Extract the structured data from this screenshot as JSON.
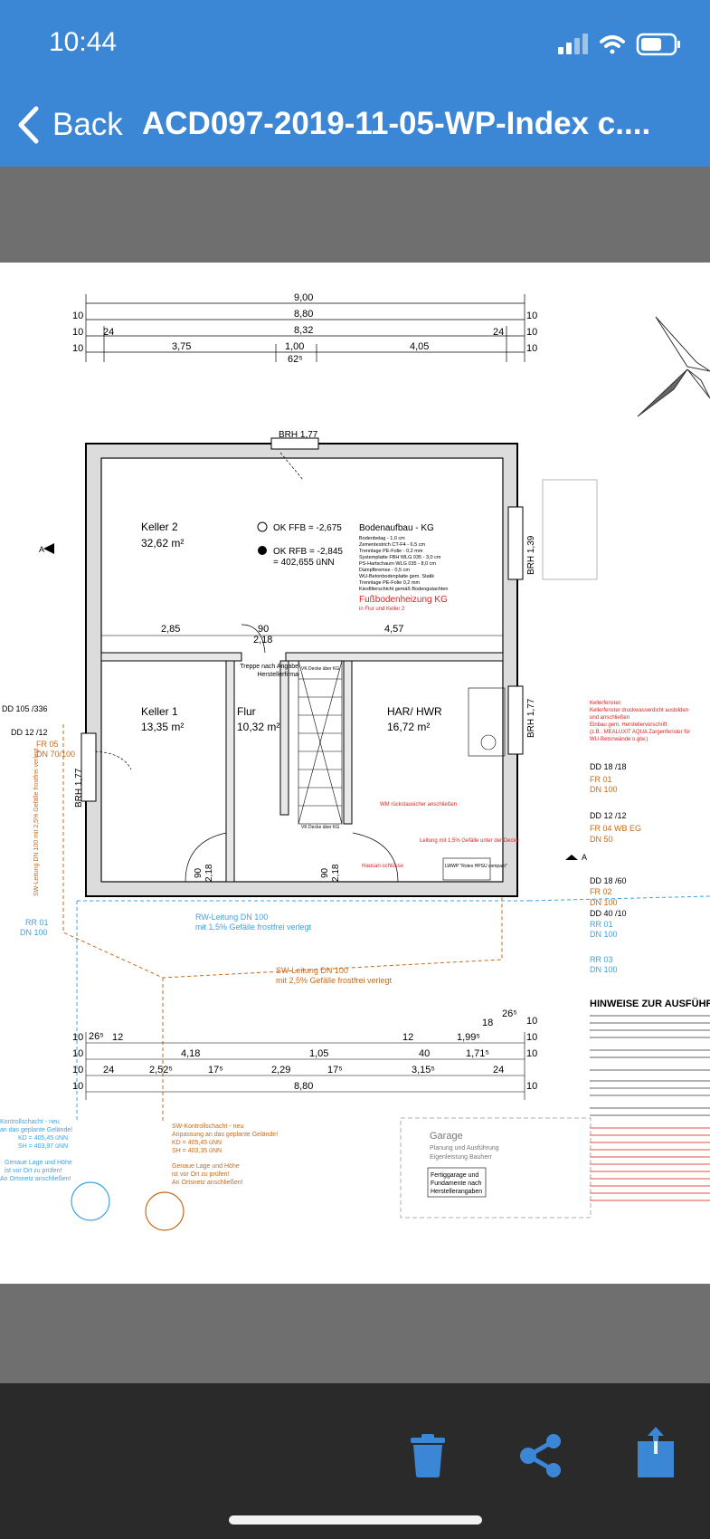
{
  "status": {
    "time": "10:44"
  },
  "nav": {
    "back_label": "Back",
    "title": "ACD097-2019-11-05-WP-Index c...."
  },
  "plan": {
    "dims_top": [
      "9,00",
      "8,80",
      "8,32",
      "3,75",
      "1,00",
      "4,05",
      "10",
      "10",
      "10",
      "10",
      "10",
      "10",
      "24",
      "24",
      "62⁵"
    ],
    "rooms": {
      "keller2": {
        "name": "Keller 2",
        "area": "32,62 m²"
      },
      "keller1": {
        "name": "Keller 1",
        "area": "13,35 m²"
      },
      "flur": {
        "name": "Flur",
        "area": "10,32 m²"
      },
      "har": {
        "name": "HAR/ HWR",
        "area": "16,72 m²"
      }
    },
    "levels": {
      "ok_ffb": "OK FFB = -2,675",
      "ok_rfb": "OK RFB = -2,845",
      "nn": "= 402,655 üNN"
    },
    "bodenaufbau_title": "Bodenaufbau - KG",
    "bodenaufbau_lines": [
      "Bodenbelag - 1,0 cm",
      "Zementestrich CT-F4 - 6,5 cm",
      "Trennlage PE-Folie - 0,2 mm",
      "Systemplatte FBH WLG 035 - 3,0 cm",
      "PS-Hartschaum WLG 035 - 8,0 cm",
      "Dampfbremse - 0,5 cm",
      "WU-Betonbodenplatte gem. Statik",
      "Trennlage PE-Folie 0,2 mm",
      "Kiesfilterschicht gemäß Bodengutachten"
    ],
    "fussboden": "Fußbodenheizung KG",
    "fussboden_sub": "in Flur und Keller 2",
    "brh_top": "BRH 1,77",
    "brh_right1": "BRH 1,39",
    "brh_right2": "BRH 1,77",
    "brh_left": "BRH 1,77",
    "mid_dims": [
      "2,85",
      "90",
      "2,18",
      "4,57"
    ],
    "treppe": "Treppe nach Angabe Herstellerfirma",
    "vk_decke1": "VK Decke über KG",
    "vk_decke2": "VK Decke über KG",
    "left_notes": {
      "dd105": "DD 105 /336",
      "dd12": "DD 12 /12",
      "fr05": "FR 05",
      "dn70": "DN 70/100",
      "rr01": "RR 01",
      "dn100": "DN 100",
      "sw_leitung": "SW-Leitung DN 100 mit 2,5% Gefälle frostfrei verlegt"
    },
    "right_notes": {
      "dd18": "DD 18 /18",
      "fr01": "FR 01",
      "dn100a": "DN 100",
      "dd12": "DD 12 /12",
      "fr04": "FR 04 WB EG",
      "dn50": "DN 50",
      "dd18b": "DD 18 /60",
      "fr02": "FR 02",
      "dn100b": "DN 100",
      "dd40": "DD 40 /10",
      "rr01": "RR 01",
      "dn100c": "DN 100",
      "rr03": "RR 03",
      "dn100d": "DN 100"
    },
    "kellerfenster": [
      "Kellerfenster:",
      "Kellerfenster druckwasserdicht ausbilden",
      "und anschließen",
      "Einbau gem. Herstellervorschrift",
      "(z.B.: MEALUXIT AQUA Zargenfenster für",
      "WU-Betonwände o.glw.)"
    ],
    "rw_leitung": [
      "RW-Leitung DN 100",
      "mit 1,5% Gefälle frostfrei verlegt"
    ],
    "sw_leitung2": [
      "SW-Leitung DN 100",
      "mit 2,5% Gefälle frostfrei verlegt"
    ],
    "hausan": "Hausan-schlüsse",
    "lwwp": "LWWP \"Rotex HPSU compact\"",
    "wm_note": "WM rückstausicher anschließen",
    "leitung_note": "Leitung mit 1,5% Gefälle unter der Decke",
    "dims_bottom": [
      "26⁵",
      "12",
      "4,18",
      "1,05",
      "2,52⁵",
      "17⁵",
      "2,29",
      "17⁵",
      "3,15⁵",
      "8,80",
      "12",
      "1,99⁵",
      "40",
      "1,71⁵",
      "24",
      "24",
      "18",
      "26⁵",
      "10",
      "10",
      "10",
      "10",
      "10",
      "10",
      "10",
      "10"
    ],
    "hinweise": "HINWEISE ZUR AUSFÜHRUNG",
    "garage": [
      "Garage",
      "Planung und Ausführung",
      "Eigenleistung Bauherr"
    ],
    "fertiggarage": [
      "Fertiggarage und",
      "Fundamente nach",
      "Herstellerangaben"
    ],
    "kontroll_left": [
      "Kontrollschacht - neu",
      "an das geplante Gelände!",
      "KD = 405,45 üNN",
      "SH = 403,97 üNN",
      "",
      "Genaue Lage und Höhe",
      "ist vor Ort zu prüfen!",
      "An Ortsnetz anschließen!"
    ],
    "kontroll_sw": [
      "SW-Kontrollschacht - neu",
      "Anpassung an das geplante Gelände!",
      "KD = 405,45 üNN",
      "SH = 403,35 üNN",
      "",
      "Genaue Lage und Höhe",
      "ist vor Ort zu prüfen!",
      "An Ortsnetz anschließen!"
    ]
  },
  "toolbar": {
    "trash": "trash-icon",
    "share": "share-icon",
    "export": "export-icon"
  },
  "colors": {
    "header": "#3b87d6",
    "toolbar": "#2a2a2a",
    "icons": "#3b87d6",
    "red": "#e02020",
    "orange": "#c86a1a",
    "blue": "#3aa3e8"
  }
}
